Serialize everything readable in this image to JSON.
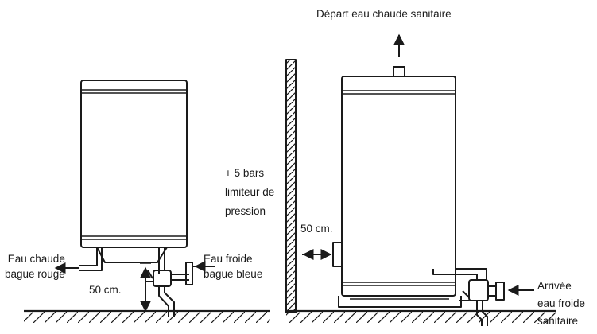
{
  "labels": {
    "depart": "Départ eau chaude sanitaire",
    "limiteur": [
      "+ 5 bars",
      "limiteur de",
      "pression"
    ],
    "dist_right": "50 cm.",
    "eau_chaude": [
      "Eau chaude",
      "bague rouge"
    ],
    "dist_left": "50 cm.",
    "eau_froide": [
      "Eau froide",
      "bague bleue"
    ],
    "arrivee": [
      "Arrivée",
      "eau froide",
      "sanitaire"
    ]
  },
  "colors": {
    "ink": "#1a1a1a",
    "paper": "#ffffff"
  }
}
